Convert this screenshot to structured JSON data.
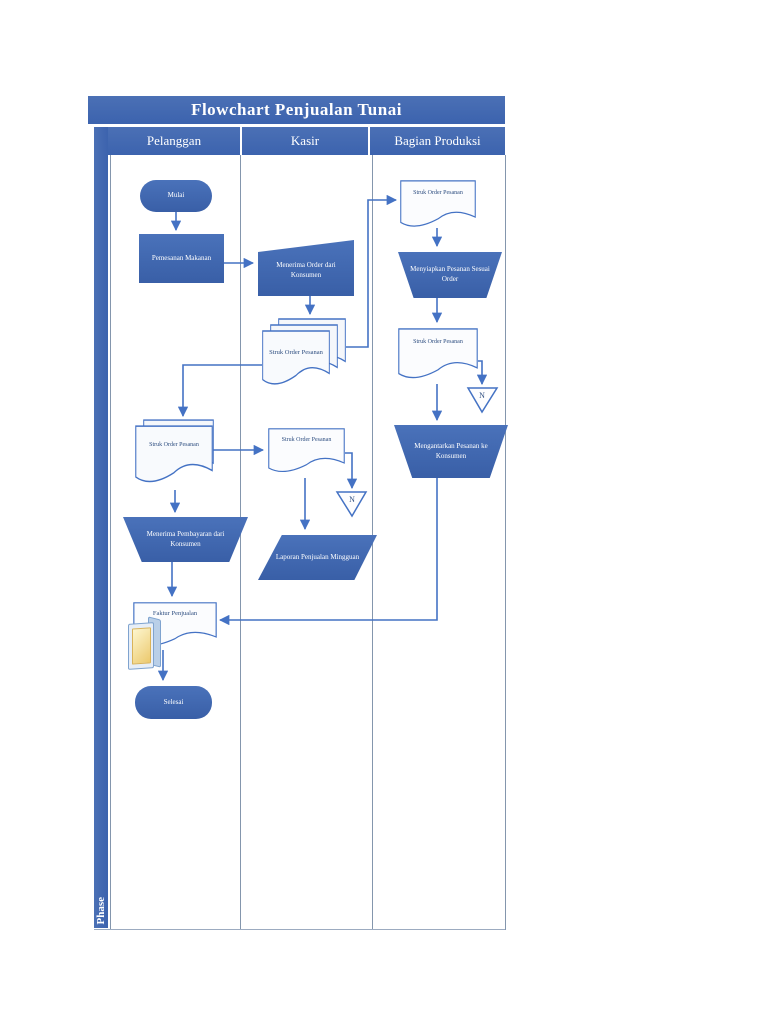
{
  "page": {
    "title": "Flowchart Penjualan Tunai",
    "phase_label": "Phase"
  },
  "lanes": [
    {
      "label": "Pelanggan"
    },
    {
      "label": "Kasir"
    },
    {
      "label": "Bagian Produksi"
    }
  ],
  "nodes": {
    "mulai": "Mulai",
    "pemesanan_makanan": "Pemesanan Makanan",
    "menerima_order": "Menerima Order dari Konsumen",
    "struk_order_kasir": "Struk Order Pesanan",
    "struk_order_produksi_in": "Struk Order Pesanan",
    "menyiapkan_pesanan": "Menyiapkan Pesanan Sesuai Order",
    "struk_order_produksi_out": "Struk Order Pesanan",
    "arsip_n_produksi": "N",
    "mengantarkan_pesanan": "Mengantarkan Pesanan ke Konsumen",
    "struk_order_pelanggan": "Struk Order Pesanan",
    "struk_order_kasir_2": "Struk Order Pesanan",
    "arsip_n_kasir": "N",
    "menerima_pembayaran": "Menerima Pembayaran dari Konsumen",
    "laporan_penjualan": "Laporan Penjualan Mingguan",
    "faktur_penjualan": "Faktur Penjualan",
    "selesai": "Selesai"
  },
  "colors": {
    "header_blue": "#3c63ae",
    "shape_blue": "#3e65af",
    "connector_blue": "#4472c4",
    "doc_fill": "#f5f7fb",
    "doc_text": "#2e4e80",
    "lane_border": "#8496ad"
  }
}
